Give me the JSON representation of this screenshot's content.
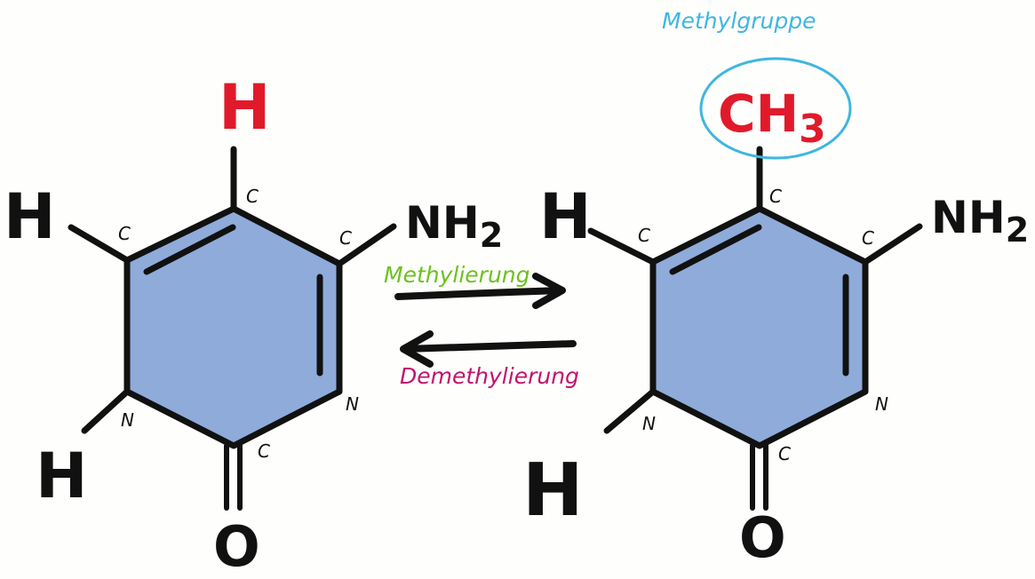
{
  "colors": {
    "ring_fill": "#8eabda",
    "bond": "#111111",
    "highlight_red": "#e01a2b",
    "label_green": "#6cc11e",
    "label_magenta": "#c0146e",
    "label_blue": "#3fb6e0"
  },
  "cytosine": {
    "top_h": "H",
    "left_h": "H",
    "bottom_h": "H",
    "nh2": "NH",
    "nh2_sub": "2",
    "oxygen": "O",
    "c_top": "C",
    "c_left": "C",
    "c_right": "C",
    "c_bottom": "C",
    "n_left": "N",
    "n_right": "N"
  },
  "methyl_cytosine": {
    "ch3": "CH",
    "ch3_sub": "3",
    "methyl_label": "Methylgruppe",
    "left_h": "H",
    "bottom_h": "H",
    "nh2": "NH",
    "nh2_sub": "2",
    "oxygen": "O",
    "c_top": "C",
    "c_left": "C",
    "c_right": "C",
    "c_bottom": "C",
    "n_left": "N",
    "n_right": "N"
  },
  "arrows": {
    "forward_label": "Methylierung",
    "reverse_label": "Demethylierung"
  }
}
